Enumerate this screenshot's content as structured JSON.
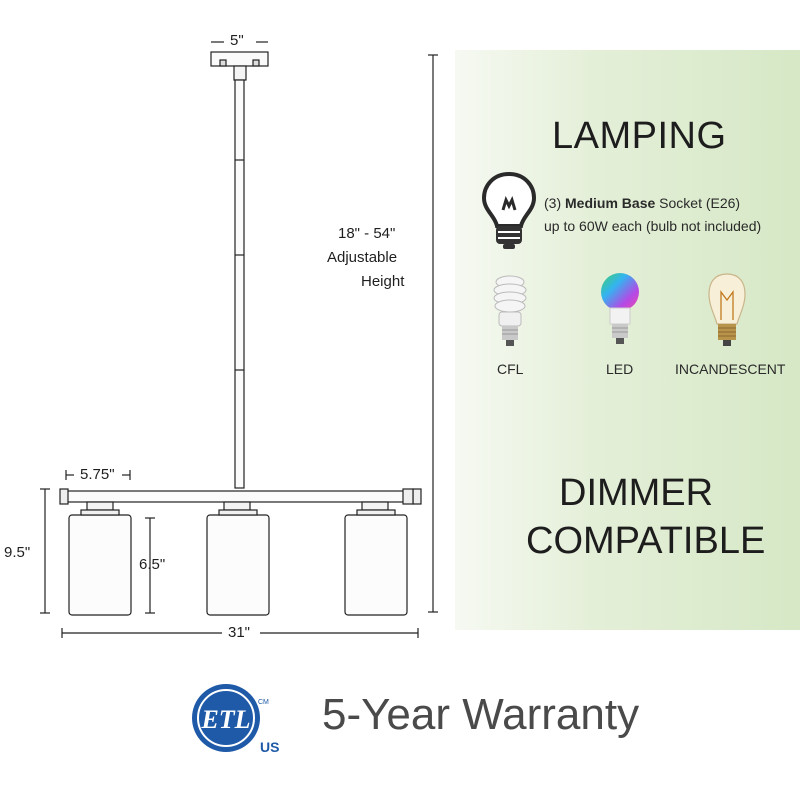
{
  "dimensions": {
    "canopy_width": "5\"",
    "height_range": "18\" - 54\"",
    "height_label_1": "Adjustable",
    "height_label_2": "Height",
    "shade_width": "5.75\"",
    "total_drop": "9.5\"",
    "shade_height": "6.5\"",
    "total_width": "31\""
  },
  "lamping": {
    "title": "LAMPING",
    "count": "(3)",
    "base": "Medium Base",
    "socket": "Socket (E26)",
    "wattage": "up to 60W each (bulb not included)",
    "bulbs": [
      {
        "label": "CFL",
        "icon": "cfl-bulb-icon"
      },
      {
        "label": "LED",
        "icon": "led-bulb-icon"
      },
      {
        "label": "INCANDESCENT",
        "icon": "incandescent-bulb-icon"
      }
    ]
  },
  "dimmer": {
    "line1": "DIMMER",
    "line2": "COMPATIBLE"
  },
  "certification": {
    "logo_letters": "ETL",
    "logo_small": "US",
    "warranty": "5-Year Warranty"
  },
  "colors": {
    "etl_blue": "#1f5aa8",
    "panel_green": "#d6e8c6"
  }
}
